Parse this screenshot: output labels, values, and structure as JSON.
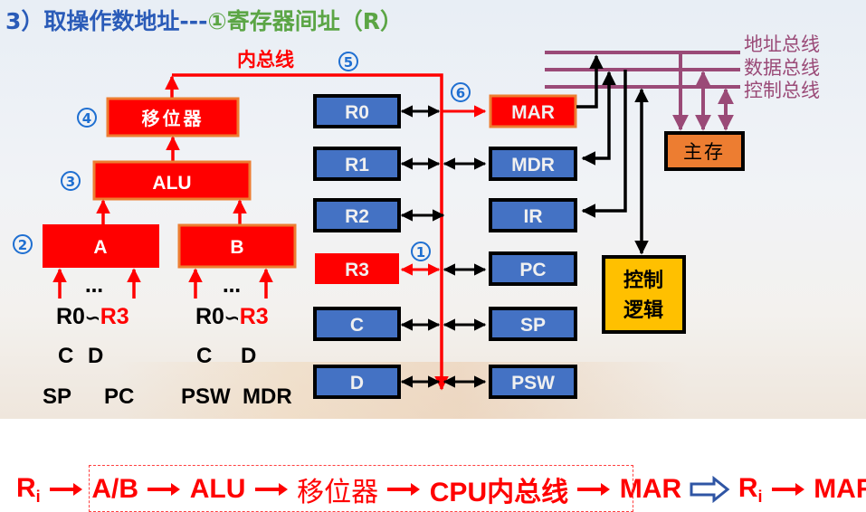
{
  "title": {
    "prefix": "3）取操作数地址---",
    "suffix": "①寄存器间址（R）"
  },
  "colors": {
    "title_blue": "#2a5bb8",
    "title_green": "#5ba545",
    "bus_red": "#ff0000",
    "box_red": "#ff0000",
    "box_orange_border": "#ed7d31",
    "reg_blue": "#4472c4",
    "system_bus": "#9a4a77",
    "memory_orange": "#ed7d31",
    "control_yellow": "#ffc000",
    "step_blue": "#1f6fd1"
  },
  "internal_bus_label": "内总线",
  "steps": [
    "①",
    "②",
    "③",
    "④",
    "⑤",
    "⑥"
  ],
  "alu_path": {
    "shifter": "移位器",
    "alu": "ALU",
    "reg_a": "A",
    "reg_b": "B"
  },
  "a_sources": {
    "dots": "…",
    "r0": "R0",
    "tilde": "∽",
    "r3": "R3",
    "line2": [
      "C",
      "D"
    ],
    "line3": [
      "SP",
      "PC"
    ]
  },
  "b_sources": {
    "dots": "…",
    "r0": "R0",
    "tilde": "∽",
    "r3": "R3",
    "line2": [
      "C",
      "D"
    ],
    "line3": [
      "PSW",
      "MDR"
    ]
  },
  "left_registers": [
    "R0",
    "R1",
    "R2",
    "R3",
    "C",
    "D"
  ],
  "active_register": "R3",
  "right_registers": [
    "MAR",
    "MDR",
    "IR",
    "PC",
    "SP",
    "PSW"
  ],
  "system_buses": [
    "地址总线",
    "数据总线",
    "控制总线"
  ],
  "memory_label": "主存",
  "control_logic_label": [
    "控制",
    "逻辑"
  ],
  "formula": {
    "r": "R",
    "i": "i",
    "ab": "A/B",
    "alu": "ALU",
    "shifter": "移位器",
    "cpu_bus": "CPU内总线",
    "mar": "MAR",
    "result_r": "R",
    "result_i": "i",
    "result_mar": "MAR"
  }
}
